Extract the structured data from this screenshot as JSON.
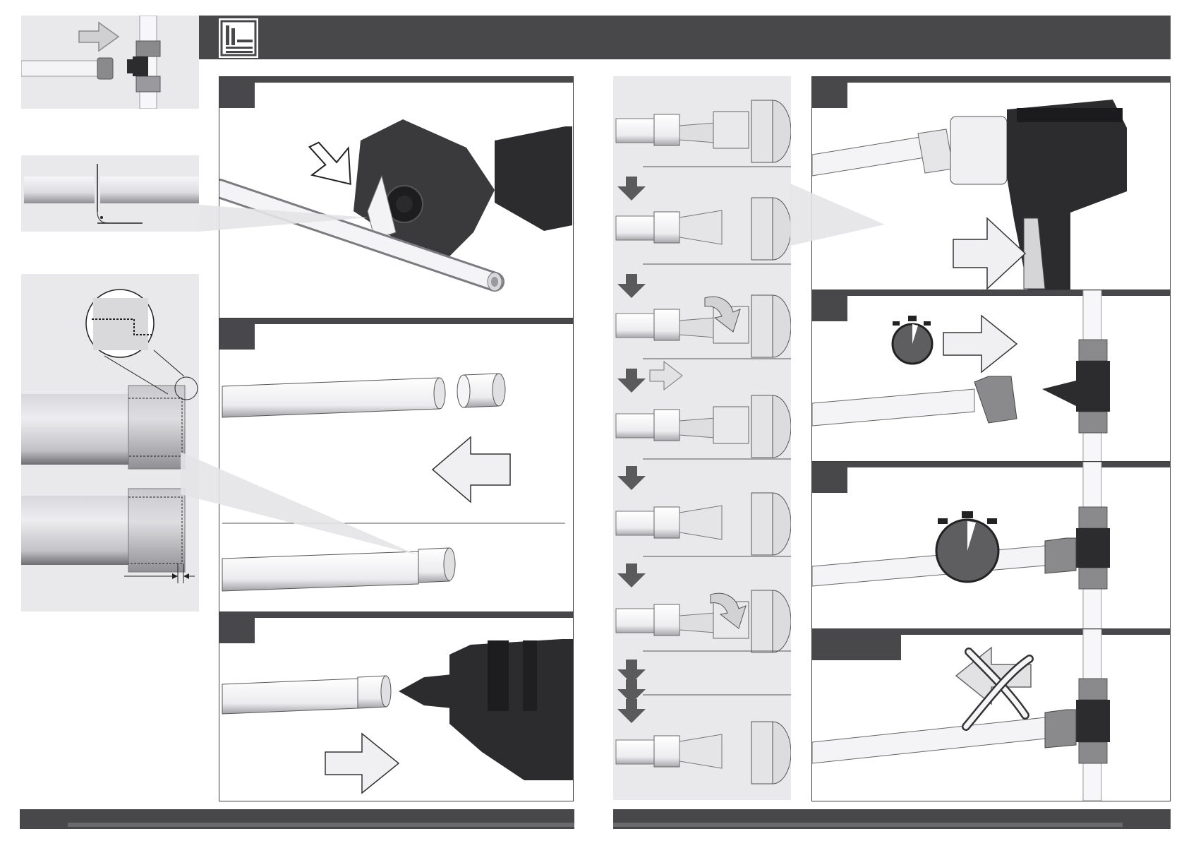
{
  "colors": {
    "accent_dark": "#48484a",
    "panel_light": "#e9e9eb",
    "pipe_light": "#f4f4f6",
    "pipe_shade": "#b9b9bd",
    "fitting_gray": "#8a8a8c",
    "tool_black": "#2c2c2e"
  },
  "icons": {
    "header": "manual-book-icon",
    "cutter": "pipe-cutter-icon",
    "expander": "expander-tool-icon",
    "timer": "stopwatch-icon",
    "prohibited": "crossed-out-arrow-icon"
  },
  "steps": [
    {
      "panel": "cut-pipe"
    },
    {
      "panel": "slide-ring"
    },
    {
      "panel": "insert-expander"
    },
    {
      "panel": "expansion-sequence"
    },
    {
      "panel": "press-trigger"
    },
    {
      "panel": "insert-pipe-quickly"
    },
    {
      "panel": "hold-time"
    },
    {
      "panel": "do-not-pull"
    }
  ]
}
